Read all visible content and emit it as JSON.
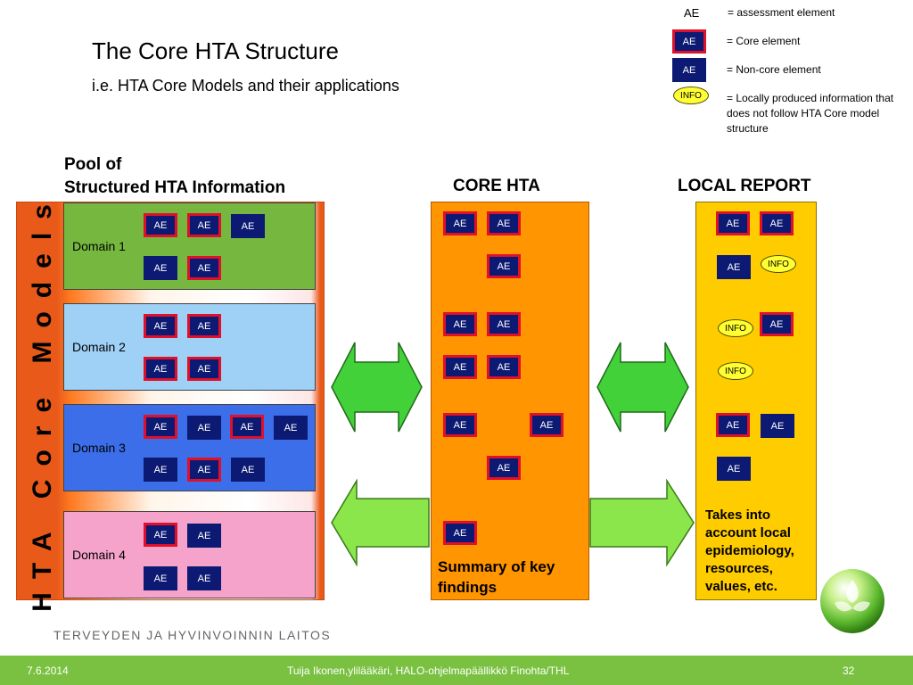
{
  "title": "The Core HTA Structure",
  "subtitle": "i.e. HTA Core Models and their applications",
  "legend": {
    "ae_label": "AE",
    "ae_text": "= assessment element",
    "core_box": "AE",
    "core_text": "= Core element",
    "noncore_box": "AE",
    "noncore_text": "= Non-core element",
    "info_box": "INFO",
    "info_text": "= Locally produced information that does not follow HTA Core model structure"
  },
  "pool": {
    "heading_line1": "Pool of",
    "heading_line2": "Structured HTA Information",
    "vertical_label": "HTA Core Models",
    "domains": [
      {
        "label": "Domain 1"
      },
      {
        "label": "Domain 2"
      },
      {
        "label": "Domain 3"
      },
      {
        "label": "Domain 4"
      }
    ]
  },
  "core_hta": {
    "heading": "CORE HTA",
    "summary": "Summary of key findings"
  },
  "local_report": {
    "heading": "LOCAL REPORT",
    "note": "Takes into account local epidemiology, resources, values, etc."
  },
  "element_label": "AE",
  "info_label": "INFO",
  "colors": {
    "core_border": "#e0102a",
    "ae_fill": "#0d1a73",
    "info_fill": "#ffff33",
    "arrow_green": "#43d13a"
  },
  "footer": {
    "organization": "TERVEYDEN JA HYVINVOINNIN LAITOS",
    "date": "7.6.2014",
    "author": "Tuija Ikonen,ylilääkäri, HALO-ohjelmapäällikkö Finohta/THL",
    "page": "32"
  }
}
